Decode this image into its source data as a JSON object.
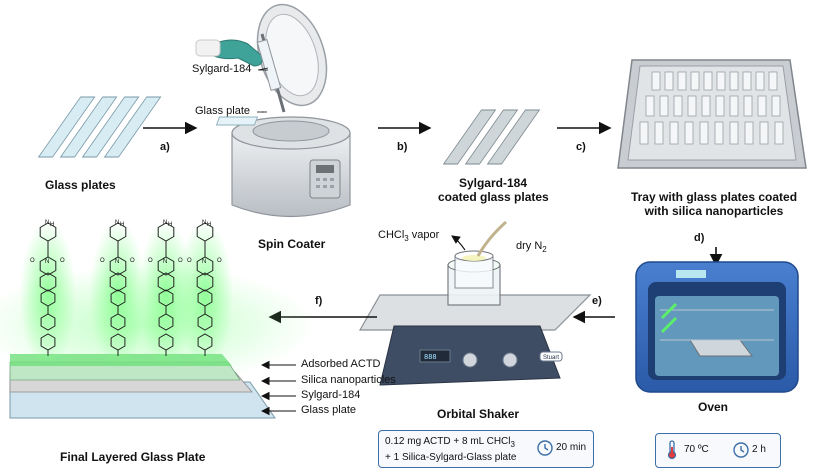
{
  "steps": {
    "a": "a)",
    "b": "b)",
    "c": "c)",
    "d": "d)",
    "e": "e)",
    "f": "f)"
  },
  "captions": {
    "glass_plates": "Glass plates",
    "spin_coater": "Spin Coater",
    "sylgard_coated_line1": "Sylgard-184",
    "sylgard_coated_line2": "coated glass plates",
    "tray_line1": "Tray with glass plates coated",
    "tray_line2": "with silica nanoparticles",
    "oven": "Oven",
    "orbital_shaker": "Orbital Shaker",
    "final": "Final Layered Glass Plate"
  },
  "spin_labels": {
    "sylgard": "Sylgard-184",
    "glass_plate": "Glass plate"
  },
  "shaker_labels": {
    "chcl3_vapor_main": "CHCl",
    "chcl3_vapor_sub": "3",
    "chcl3_vapor_rest": " vapor",
    "dry_n2_main": "dry N",
    "dry_n2_sub": "2",
    "shaker_brand": "Stuart"
  },
  "shaker_box": {
    "line1_a": "0.12 mg ACTD + 8 mL CHCl",
    "line1_sub": "3",
    "line2": "+ 1 Silica-Sylgard-Glass plate",
    "time": "20 min"
  },
  "oven_box": {
    "temperature": "70 ºC",
    "time": "2 h"
  },
  "layers": {
    "adsorbed": "Adsorbed ACTD",
    "silica": "Silica nanoparticles",
    "sylgard": "Sylgard-184",
    "glass": "Glass plate"
  },
  "molecule_labels": {
    "nh": "H",
    "n": "N",
    "o": "O"
  },
  "colors": {
    "arrow": "#111111",
    "glow": "#5fe36a",
    "box_border": "#3c6ea8",
    "glass": "#cfe4ee",
    "sylgard": "#d9d9d9"
  }
}
